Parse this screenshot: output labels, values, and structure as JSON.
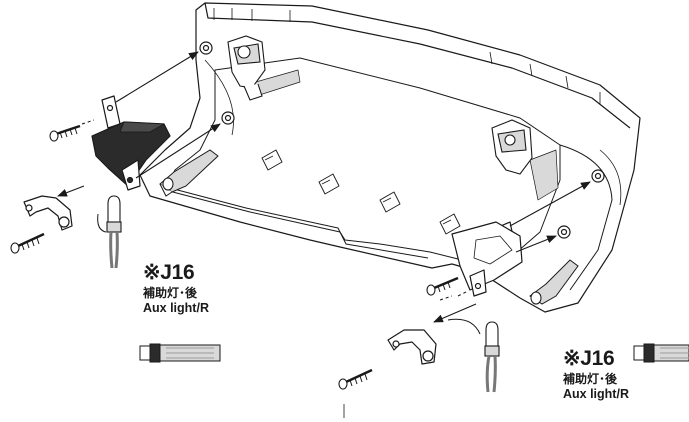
{
  "callouts": [
    {
      "code": "※J16",
      "name_jp": "補助灯･後",
      "name_en": "Aux light/R",
      "icon": "glue-tube-icon"
    },
    {
      "code": "※J16",
      "name_jp": "補助灯･後",
      "name_en": "Aux light/R",
      "icon": "glue-tube-icon"
    }
  ],
  "colors": {
    "line": "#1a1a1a",
    "part_fill": "#ffffff",
    "shade": "#d9d9d9",
    "dark_part": "#2b2b2b"
  }
}
